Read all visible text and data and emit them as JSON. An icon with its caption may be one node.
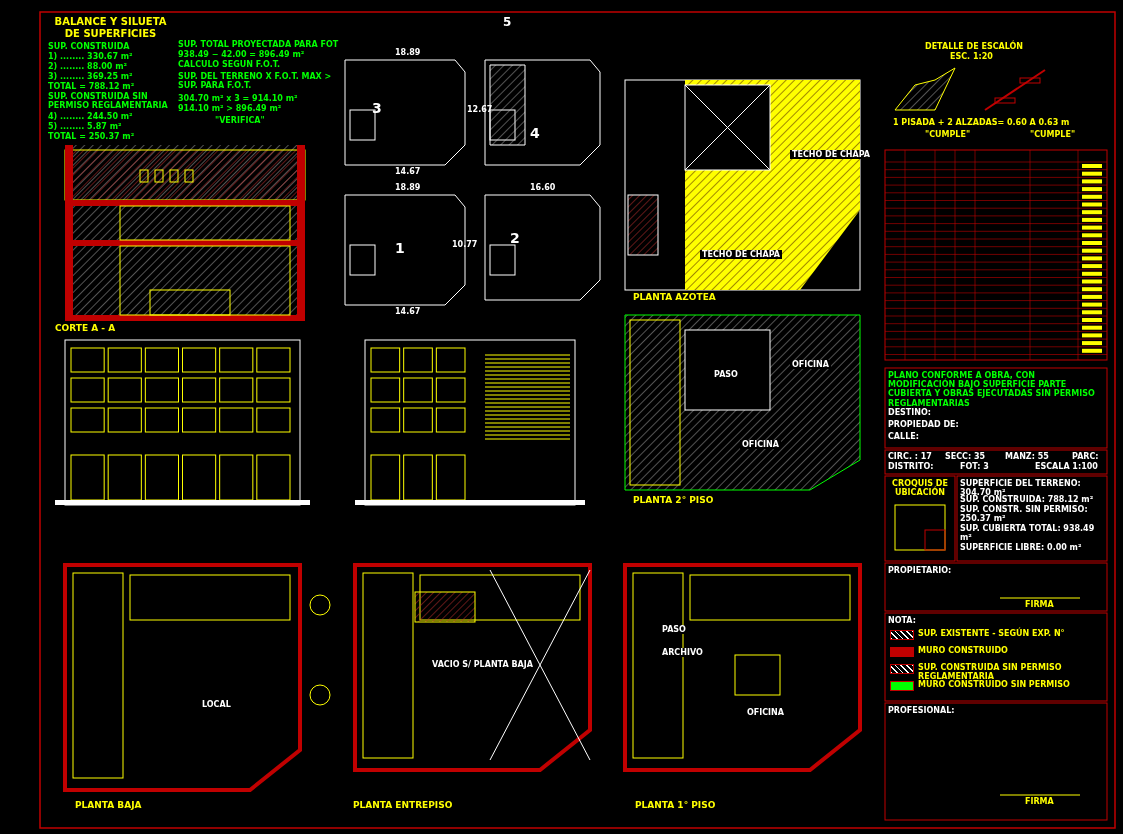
{
  "diagram": {
    "labels": [
      "BALANCE Y SILUETA DE SUPERFICIES",
      "SUP. CONSTRUIDA",
      "1) ........ 330.67 m²",
      "2) ........ 88.00 m²",
      "3) ........ 369.25 m²",
      "TOTAL = 788.12 m²",
      "SUP. CONSTRUIDA SIN PERMISO REGLAMENTARIA",
      "4) ........ 244.50 m²",
      "5) ........ 5.87 m²",
      "TOTAL = 250.37 m²",
      "SUP. TOTAL PROYECTADA PARA FOT",
      "938.49 − 42.00 = 896.49 m²",
      "CALCULO SEGUN F.O.T.",
      "SUP. DEL TERRENO X F.O.T. MAX > SUP. PARA F.O.T.",
      "304.70 m² x 3 = 914.10 m²",
      "914.10 m² > 896.49 m²",
      "\"VERIFICA\"",
      "CORTE A - A",
      "PLANTA AZOTEA",
      "TECHO DE CHAPA",
      "TECHO DE CHAPA",
      "PLANTA 2° PISO",
      "DETALLE DE ESCALÓN",
      "ESC. 1:20",
      "1 PISADA + 2 ALZADAS= 0.60 A 0.63 m",
      "\"CUMPLE\"",
      "\"CUMPLE\"",
      "PLANTA BAJA",
      "PLANTA ENTREPISO",
      "PLANTA 1° PISO",
      "VACIO S/ PLANTA BAJA",
      "LOCAL",
      "PASO",
      "OFICINA",
      "OFICINA",
      "PASO",
      "OFICINA",
      "ARCHIVO",
      "3",
      "4",
      "1",
      "2",
      "18.89",
      "14.67",
      "18.89",
      "14.67",
      "16.60",
      "12.67",
      "10.77",
      "5",
      "PLANO CONFORME A OBRA, CON MODIFICACIÓN BAJO SUPERFICIE PARTE CUBIERTA Y OBRAS EJECUTADAS SIN PERMISO REGLAMENTARIAS",
      "DESTINO:",
      "PROPIEDAD DE:",
      "CALLE:",
      "CIRC. : 17",
      "SECC: 35",
      "MANZ: 55",
      "PARC:",
      "DISTRITO:",
      "FOT: 3",
      "ESCALA 1:100",
      "CROQUIS DE UBICACIÓN",
      "SUPERFICIE DEL TERRENO: 304.70 m²",
      "SUP. CONSTRUIDA: 788.12 m²",
      "SUP. CONSTR. SIN PERMISO: 250.37 m²",
      "SUP. CUBIERTA TOTAL: 938.49 m²",
      "SUPERFICIE LIBRE: 0.00 m²",
      "PROPIETARIO:",
      "FIRMA",
      "PROFESIONAL:",
      "FIRMA",
      "NOTA:"
    ],
    "legend": [
      {
        "text": "SUP. EXISTENTE - SEGÚN EXP. N°"
      },
      {
        "text": "MURO CONSTRUIDO",
        "color": "#c00000"
      },
      {
        "text": "SUP. CONSTRUIDA SIN PERMISO REGLAMENTARIA"
      },
      {
        "text": "MURO CONSTRUIDO SIN PERMISO",
        "color": "#00ff00"
      }
    ]
  }
}
